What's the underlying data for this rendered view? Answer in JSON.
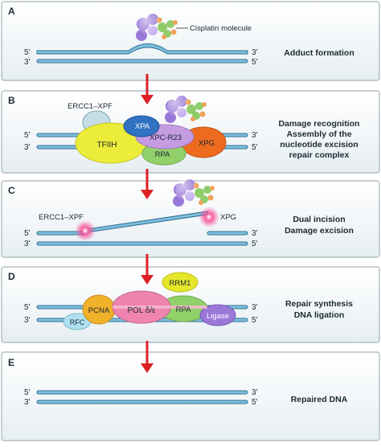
{
  "colors": {
    "panel_bg_top": "#ffffff",
    "panel_bg_bottom": "#e6eef2",
    "panel_border": "#a4b3bb",
    "strand_fill": "#7fbfdc",
    "strand_stroke": "#2d6f93",
    "arrow": "#dd2026",
    "ercc1": "#c5dde6",
    "tfiih": "#ecec3a",
    "xpa": "#2f73c2",
    "xpc": "#c59be2",
    "rpa": "#92d06a",
    "xpg": "#ee6a1e",
    "pcna": "#efb02a",
    "pol": "#ef84ae",
    "ligase": "#9b77d8",
    "rfc": "#aee0ef",
    "rrm1": "#e6e62a",
    "incision_glow": "#f6509a",
    "cisplatin_purple": "#9a78d8",
    "cisplatin_green": "#8fcc6a",
    "cisplatin_orange": "#efa35a"
  },
  "panels": [
    {
      "letter": "A",
      "strand_labels": {
        "top_left": "5'",
        "top_right": "3'",
        "bottom_left": "3'",
        "bottom_right": "5'"
      },
      "description": [
        "Adduct formation"
      ],
      "cisplatin_label": "Cisplatin molecule"
    },
    {
      "letter": "B",
      "strand_labels": {
        "top_left": "5'",
        "top_right": "3'",
        "bottom_left": "3'",
        "bottom_right": "5'"
      },
      "description": [
        "Damage recognition",
        "Assembly of the",
        "nucleotide excision",
        "repair complex"
      ],
      "proteins": {
        "ercc1": "ERCC1–XPF",
        "tfiih": "TFIIH",
        "xpa": "XPA",
        "xpc": "XPC-R23",
        "rpa": "RPA",
        "xpg": "XPG"
      }
    },
    {
      "letter": "C",
      "strand_labels": {
        "top_left": "5'",
        "top_right": "3'",
        "bottom_left": "3'",
        "bottom_right": "5'"
      },
      "description": [
        "Dual incision",
        "Damage excision"
      ],
      "proteins": {
        "ercc1": "ERCC1–XPF",
        "xpg": "XPG"
      }
    },
    {
      "letter": "D",
      "strand_labels": {
        "top_left": "5'",
        "top_right": "3'",
        "bottom_left": "3'",
        "bottom_right": "5'"
      },
      "description": [
        "Repair synthesis",
        "DNA ligation"
      ],
      "proteins": {
        "rrm1": "RRM1",
        "pcna": "PCNA",
        "pol": "POL δ/ε",
        "rpa": "RPA",
        "ligase": "Ligase",
        "rfc": "RFC"
      }
    },
    {
      "letter": "E",
      "strand_labels": {
        "top_left": "5'",
        "top_right": "3'",
        "bottom_left": "3'",
        "bottom_right": "5'"
      },
      "description": [
        "Repaired DNA"
      ]
    }
  ]
}
